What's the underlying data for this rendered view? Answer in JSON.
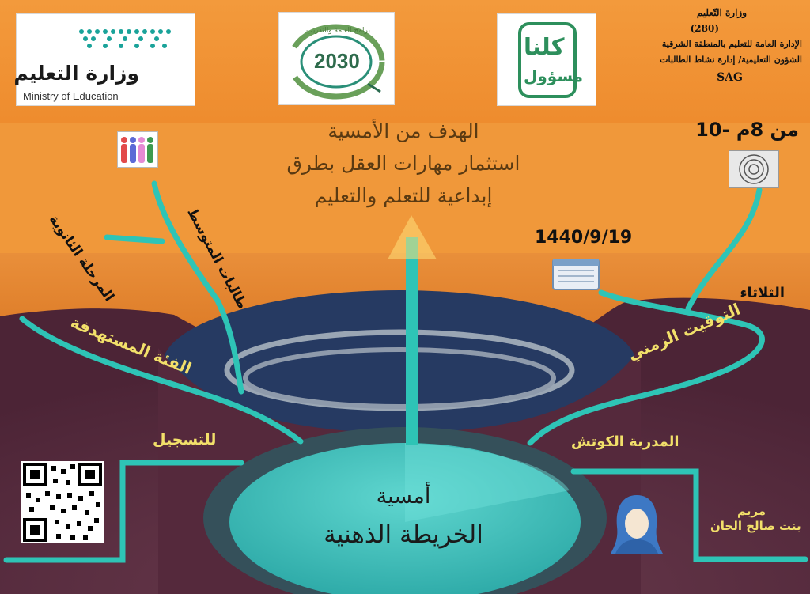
{
  "header": {
    "ministry_line": "وزارة التّعليم",
    "number_line": "(280)",
    "admin_line": "الإدارة العامة للتعليم بالمنطقة الشرقية",
    "affairs_line": "الشؤون التعليمية/ إدارة نشاط الطالبات",
    "code_line": "SAG"
  },
  "logos": {
    "moe_arabic": "وزارة التعليم",
    "moe_english": "Ministry of Education",
    "vision_number": "2030",
    "vision_ring_text": "برامج العامة والتدريب",
    "kulluna_top": "كلنا",
    "kulluna_bottom": "مسؤول"
  },
  "goal": {
    "heading": "الهدف من الأمسية",
    "line1": "استثمار مهارات العقل بطرق",
    "line2": "إبداعية للتعلم والتعليم"
  },
  "time": {
    "range": "من 8م -10",
    "date": "1440/9/19",
    "day": "الثلاثاء",
    "timing_label": "التوقيت الزمني"
  },
  "audience": {
    "label": "الفئة المستهدفة",
    "secondary": "المرحلة الثانوية",
    "intermediate": "طالبات المتوسط"
  },
  "registration": {
    "label": "للتسجيل"
  },
  "coach": {
    "label": "المدربة الكوتش",
    "name_line1": "مريم",
    "name_line2": "بنت صالح الخان"
  },
  "event": {
    "line1": "أمسية",
    "line2": "الخريطة الذهنية"
  },
  "icons": {
    "people": "people-icon",
    "clock": "clock-icon",
    "calendar": "calendar-icon",
    "qr": "qr-code-icon",
    "avatar": "avatar-icon"
  },
  "colors": {
    "top_orange": "#f28a2e",
    "mid_orange": "#e98a35",
    "purple": "#5a2b3e",
    "teal": "#2ec4b6",
    "yellow_text": "#f2e06a"
  }
}
